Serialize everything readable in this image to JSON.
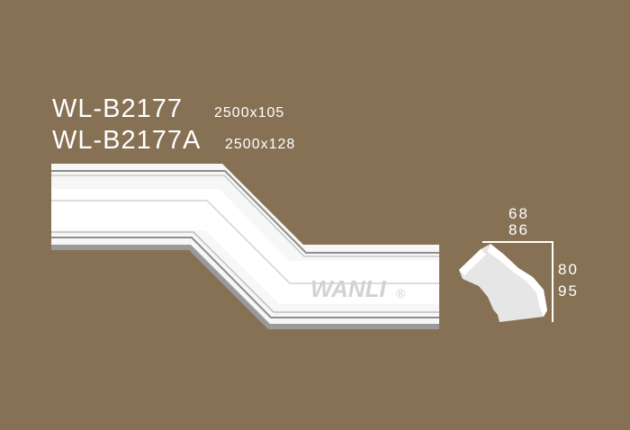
{
  "title": {
    "model_a": "WL-B2177",
    "size_a": "2500x105",
    "model_b": "WL-B2177A",
    "size_b": "2500x128"
  },
  "profile": {
    "width_a": "68",
    "width_b": "86",
    "height_a": "80",
    "height_b": "95"
  },
  "brand": {
    "watermark": "WANLI",
    "mark": "®"
  },
  "colors": {
    "background": "#877155",
    "moulding": "#ffffff",
    "shadow": "#9a9a9a"
  }
}
